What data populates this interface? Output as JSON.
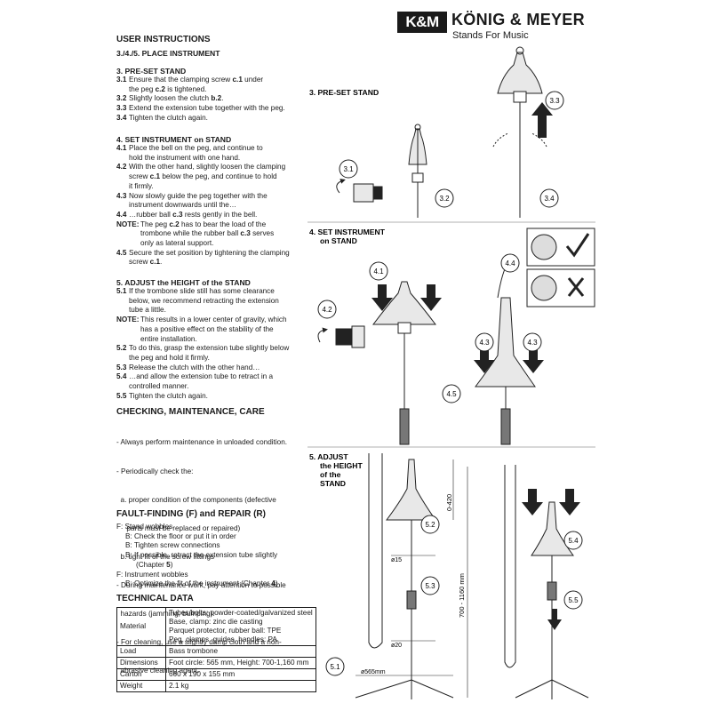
{
  "header": {
    "logo": "K&M",
    "brand": "KÖNIG & MEYER",
    "tagline": "Stands For Music"
  },
  "title": "USER INSTRUCTIONS",
  "subtitle": "3./4./5. PLACE INSTRUMENT",
  "preset": {
    "heading": "3. PRE-SET STAND",
    "s31a": "3.1",
    "s31": [
      "Ensure that the clamping screw ",
      "c.1",
      " under"
    ],
    "s31b": [
      "the peg ",
      "c.2",
      " is tightened."
    ],
    "s32a": "3.2",
    "s32": [
      "Slightly loosen the clutch ",
      "b.2",
      "."
    ],
    "s33a": "3.3",
    "s33": "Extend the extension tube together with the peg.",
    "s34a": "3.4",
    "s34": "Tighten the clutch again."
  },
  "setinst": {
    "heading": "4. SET INSTRUMENT on STAND",
    "s41a": "4.1",
    "s41": "Place the bell on the peg, and continue to",
    "s41b": "hold the instrument with one hand.",
    "s42a": "4.2",
    "s42": "With the other hand, slightly loosen the clamping",
    "s42b": [
      "screw ",
      "c.1",
      " below the peg, and continue to hold"
    ],
    "s42c": "it firmly.",
    "s43a": "4.3",
    "s43": "Now slowly guide the peg together with the",
    "s43b": "instrument downwards until the…",
    "s44a": "4.4",
    "s44": [
      "…rubber ball ",
      "c.3",
      " rests gently in the bell."
    ],
    "notea": "NOTE:",
    "note": [
      "The peg ",
      "c.2",
      " has to bear the load of the"
    ],
    "noteb": [
      "trombone while the rubber ball ",
      "c.3",
      " serves"
    ],
    "notec": "only as lateral support.",
    "s45a": "4.5",
    "s45": "Secure the set position by tightening the clamping",
    "s45b": [
      "screw ",
      "c.1",
      "."
    ]
  },
  "adjust": {
    "heading": "5. ADJUST the HEIGHT of the STAND",
    "s51a": "5.1",
    "s51": "If the trombone slide still has some clearance",
    "s51b": "below, we recommend retracting the extension",
    "s51c": "tube a little.",
    "notea": "NOTE:",
    "note": "This results in a lower center of gravity, which",
    "noteb": "has a positive effect on the stability of the",
    "notec": "entire installation.",
    "s52a": "5.2",
    "s52": "To do this, grasp the extension tube slightly below",
    "s52b": "the peg and hold it firmly.",
    "s53a": "5.3",
    "s53": "Release the clutch with the other hand…",
    "s54a": "5.4",
    "s54": "…and allow the extension tube to retract in a",
    "s54b": "controlled manner.",
    "s55a": "5.5",
    "s55": "Tighten the clutch again."
  },
  "care": {
    "heading": "CHECKING, MAINTENANCE, CARE",
    "lines": [
      "- Always perform maintenance in unloaded condition.",
      "- Periodically check the:",
      "  a. proper condition of the components (defective",
      "     parts must be replaced or repaired)",
      "  b. tight fit of the screw fittings",
      "- During maintenance work, pay attention to possible",
      "  hazards (jamming, bumping).",
      "- For cleaning, use a slightly damp cloth and a non-",
      "  abrasive cleaning agent."
    ]
  },
  "fault": {
    "heading": "FAULT-FINDING (F) and REPAIR (R)",
    "l1": "F: Stand wobbles",
    "l2": "B: Check the floor or put it in order",
    "l3": "B: Tighten screw connections",
    "l4": "B: If possible, retract the extension tube slightly",
    "l5a": "(Chapter ",
    "l5b": "5",
    "l5c": ")",
    "l6": "F: Instrument wobbles",
    "l7a": "B: Optimize the fit of the instrument (Chapter ",
    "l7b": "4",
    "l7c": ")"
  },
  "tech": {
    "heading": "TECHNICAL DATA",
    "rows": [
      {
        "k": "Material",
        "v": [
          "Tubes/bolts: powder-coated/galvanized steel",
          "Base, clamp: zinc die casting",
          "Parquet protector, rubber ball: TPE",
          "Peg, clamps, guides, handles: PA"
        ]
      },
      {
        "k": "Load",
        "v": [
          "Bass trombone"
        ]
      },
      {
        "k": "Dimensions",
        "v": [
          "Foot circle: 565 mm, Height: 700-1,160 mm"
        ]
      },
      {
        "k": "Carton",
        "v": [
          "660 x 190 x 155 mm"
        ]
      },
      {
        "k": "Weight",
        "v": [
          "2.1 kg"
        ]
      }
    ]
  },
  "figures": {
    "preset_label": "3. PRE-SET STAND",
    "setinst_label1": "4. SET INSTRUMENT",
    "setinst_label2": "on STAND",
    "adjust_label1": "5. ADJUST",
    "adjust_label2": "the HEIGHT",
    "adjust_label3": "of the",
    "adjust_label4": "STAND",
    "c31": "3.1",
    "c32": "3.2",
    "c33": "3.3",
    "c34": "3.4",
    "c41": "4.1",
    "c42": "4.2",
    "c43a": "4.3",
    "c43b": "4.3",
    "c44": "4.4",
    "c45": "4.5",
    "c51": "5.1",
    "c52": "5.2",
    "c53": "5.3",
    "c54": "5.4",
    "c55": "5.5",
    "dim_bell": "0-420",
    "dim_height": "700 - 1160 mm",
    "dim_d15": "ø15",
    "dim_d20": "ø20",
    "dim_foot": "ø565mm"
  }
}
